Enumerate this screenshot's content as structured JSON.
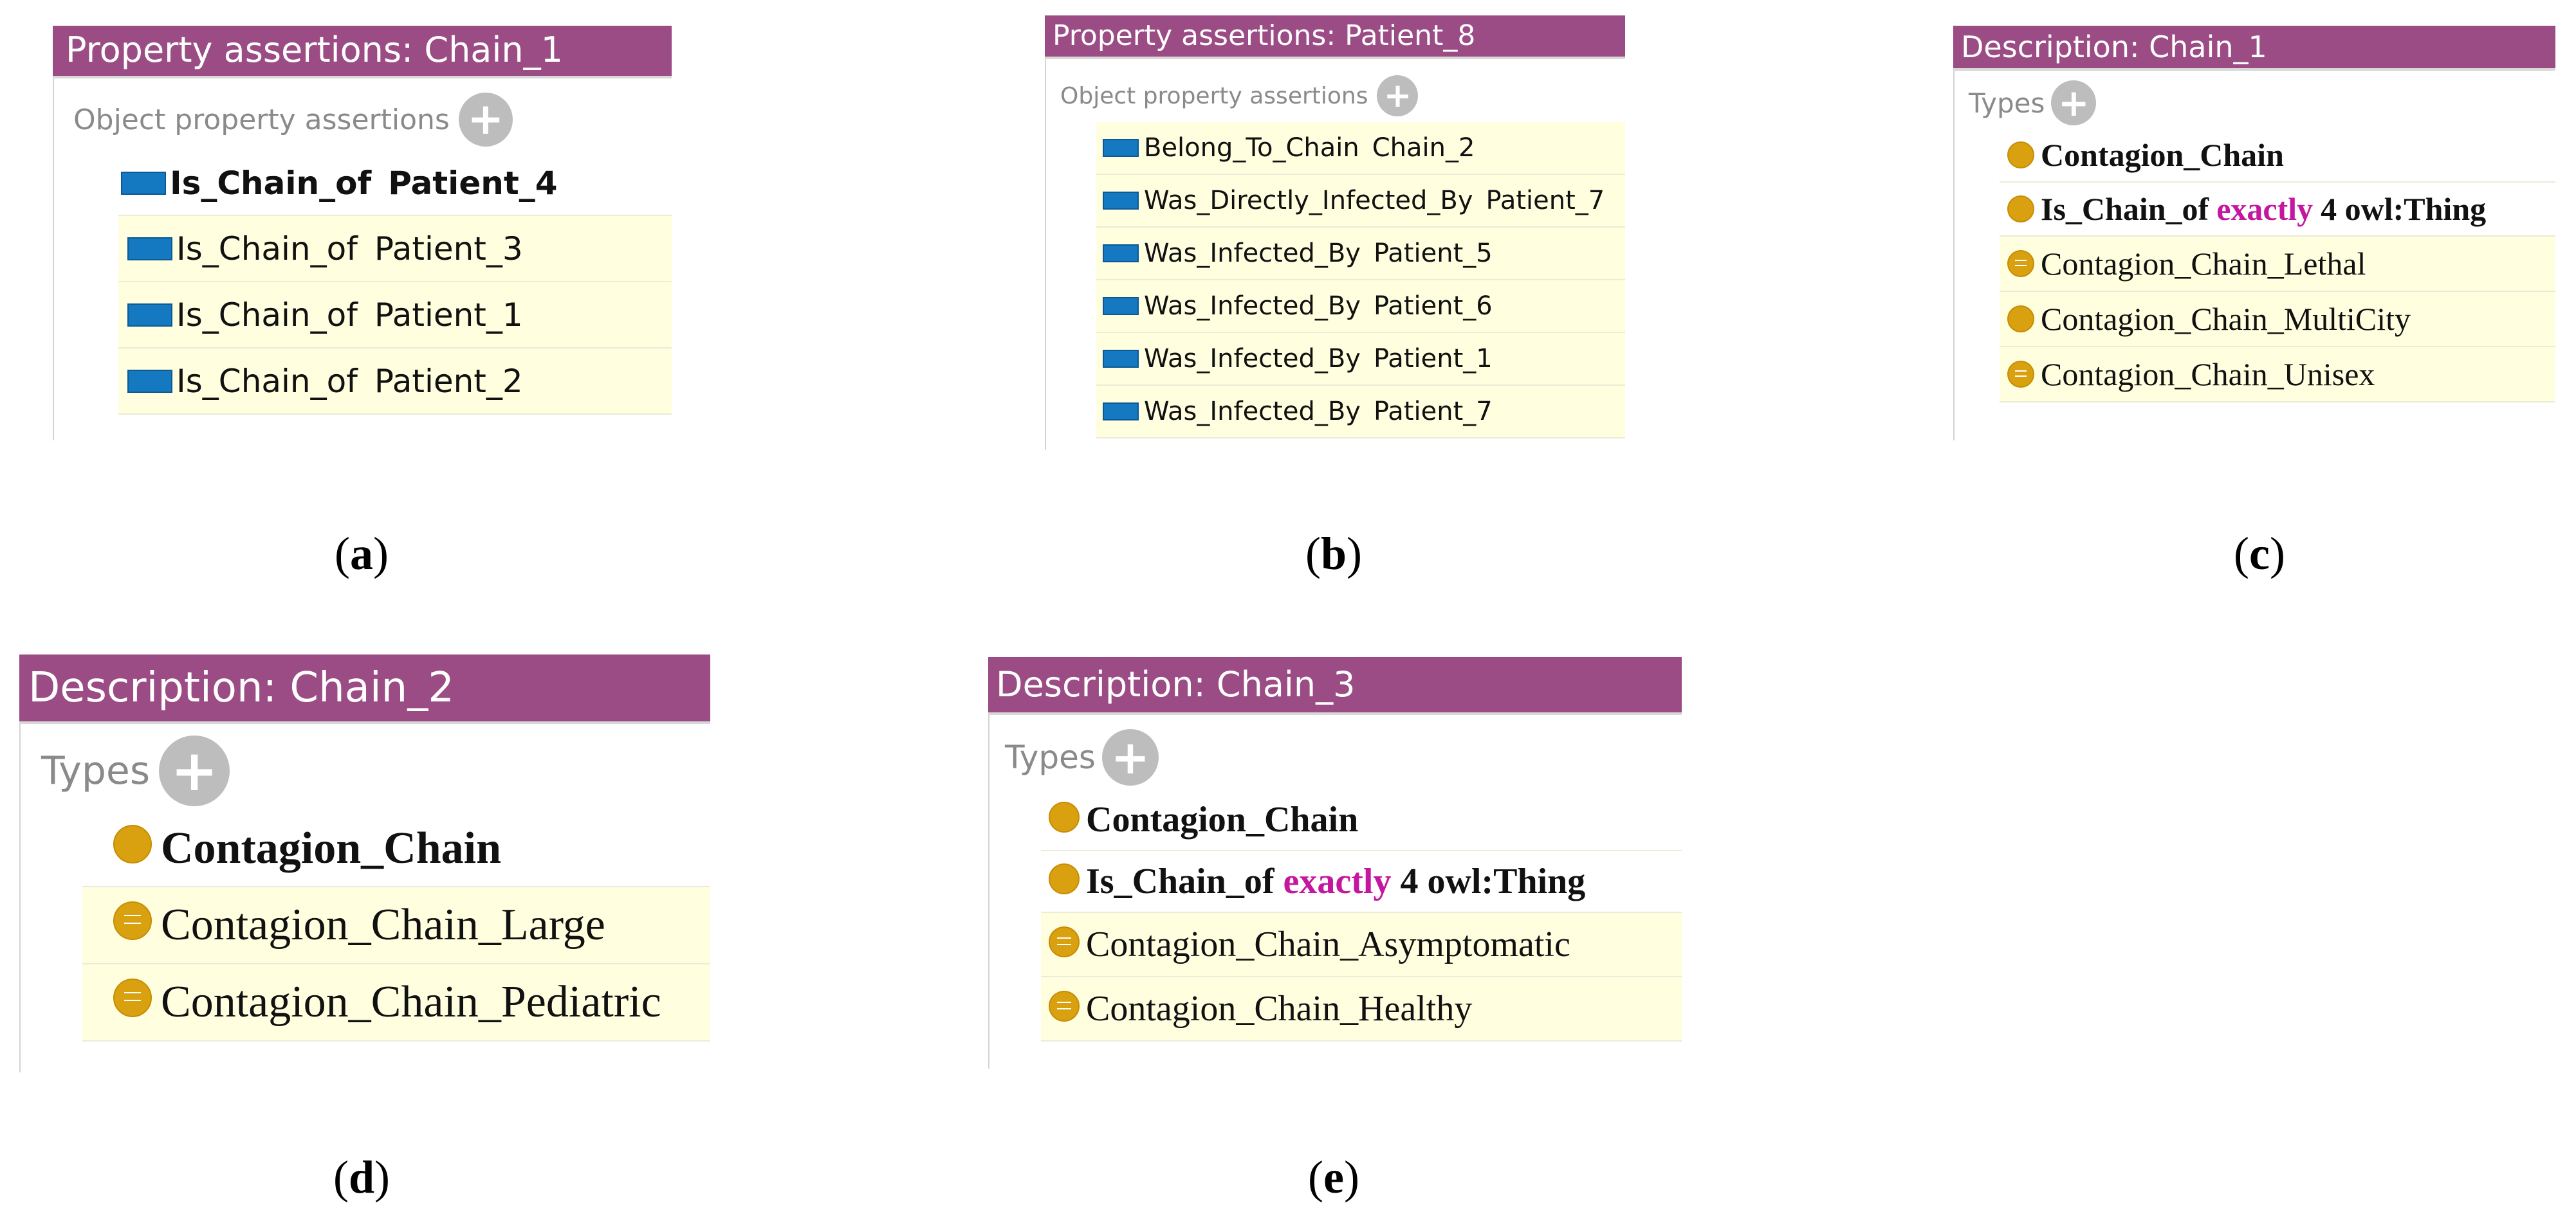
{
  "panels": {
    "a": {
      "title": "Property assertions: Chain_1",
      "section": "Object property assertions",
      "rows": [
        {
          "prop": "Is_Chain_of",
          "value": "Patient_4"
        },
        {
          "prop": "Is_Chain_of",
          "value": "Patient_3"
        },
        {
          "prop": "Is_Chain_of",
          "value": "Patient_1"
        },
        {
          "prop": "Is_Chain_of",
          "value": "Patient_2"
        }
      ],
      "caption": "a"
    },
    "b": {
      "title": "Property assertions: Patient_8",
      "section": "Object property assertions",
      "rows": [
        {
          "prop": "Belong_To_Chain",
          "value": "Chain_2"
        },
        {
          "prop": "Was_Directly_Infected_By",
          "value": "Patient_7"
        },
        {
          "prop": "Was_Infected_By",
          "value": "Patient_5"
        },
        {
          "prop": "Was_Infected_By",
          "value": "Patient_6"
        },
        {
          "prop": "Was_Infected_By",
          "value": "Patient_1"
        },
        {
          "prop": "Was_Infected_By",
          "value": "Patient_7"
        }
      ],
      "caption": "b"
    },
    "c": {
      "title": "Description: Chain_1",
      "section": "Types",
      "rows": [
        {
          "text": "Contagion_Chain"
        },
        {
          "pre": "Is_Chain_of",
          "kw": "exactly",
          "post": "4 owl:Thing"
        },
        {
          "text": "Contagion_Chain_Lethal"
        },
        {
          "text": "Contagion_Chain_MultiCity"
        },
        {
          "text": "Contagion_Chain_Unisex"
        }
      ],
      "caption": "c"
    },
    "d": {
      "title": "Description: Chain_2",
      "section": "Types",
      "rows": [
        {
          "text": "Contagion_Chain"
        },
        {
          "text": "Contagion_Chain_Large"
        },
        {
          "text": "Contagion_Chain_Pediatric"
        }
      ],
      "caption": "d"
    },
    "e": {
      "title": "Description: Chain_3",
      "section": "Types",
      "rows": [
        {
          "text": "Contagion_Chain"
        },
        {
          "pre": "Is_Chain_of",
          "kw": "exactly",
          "post": "4 owl:Thing"
        },
        {
          "text": "Contagion_Chain_Asymptomatic"
        },
        {
          "text": "Contagion_Chain_Healthy"
        }
      ],
      "caption": "e"
    }
  },
  "plus_glyph": "+",
  "icons": {
    "object_property": "object-property-icon",
    "class": "class-icon",
    "equivalent_class": "equivalent-class-icon",
    "add": "add-circle-icon"
  },
  "colors": {
    "title_bar": "#9b4c85",
    "row_highlight": "#ffffe0",
    "property_icon": "#1479c1",
    "class_icon": "#d9a110",
    "keyword": "#c4169f",
    "section_text": "#8a8a8a"
  }
}
